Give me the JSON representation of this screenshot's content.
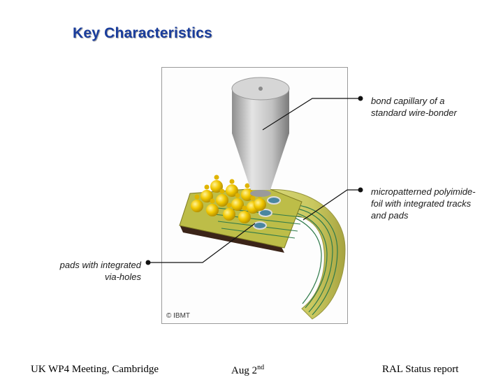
{
  "page": {
    "title": "Key Characteristics"
  },
  "figure": {
    "copyright": "© IBMT",
    "callouts": {
      "bond_capillary": "bond capillary of a standard wire-bonder",
      "polyimide_foil": "micropatterned polyimide-foil with integrated tracks and pads",
      "pads": "pads with integrated via-holes"
    }
  },
  "footer": {
    "left": "UK WP4 Meeting, Cambridge",
    "center_main": "Aug 2",
    "center_sup": "nd",
    "right": "RAL Status report"
  },
  "colors": {
    "title": "#1a3d9c",
    "capillary": "#b8b8b8",
    "foil": "#c9c95a",
    "ball": "#f2c800",
    "track": "#2f7a4a"
  }
}
